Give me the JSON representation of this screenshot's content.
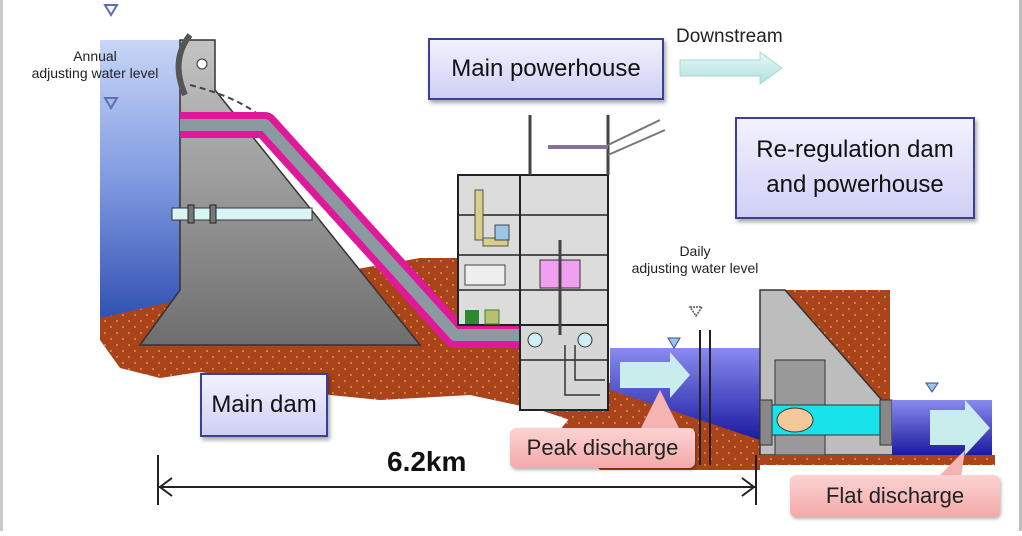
{
  "diagram": {
    "title": "Hydropower scheme with re-regulation dam",
    "labels": {
      "annual_level": [
        "Annual",
        "adjusting water level"
      ],
      "main_powerhouse": "Main powerhouse",
      "downstream": "Downstream",
      "reregulation": [
        "Re-regulation dam",
        "and powerhouse"
      ],
      "daily_level": [
        "Daily",
        "adjusting water level"
      ],
      "main_dam": "Main dam",
      "distance": "6.2km",
      "peak_discharge": "Peak discharge",
      "flat_discharge": "Flat discharge"
    },
    "colors": {
      "reservoir": "#6f8fd6",
      "river": "#3a3ab8",
      "ground": "#a8431a",
      "concrete": "#a6a6a6",
      "penstock": "#e0199a",
      "label_border": "#3b3f9a",
      "callout": "#f6b3b3",
      "flow_arrow": "#c9ecec",
      "turbine_conduit": "#19e3ea"
    }
  }
}
